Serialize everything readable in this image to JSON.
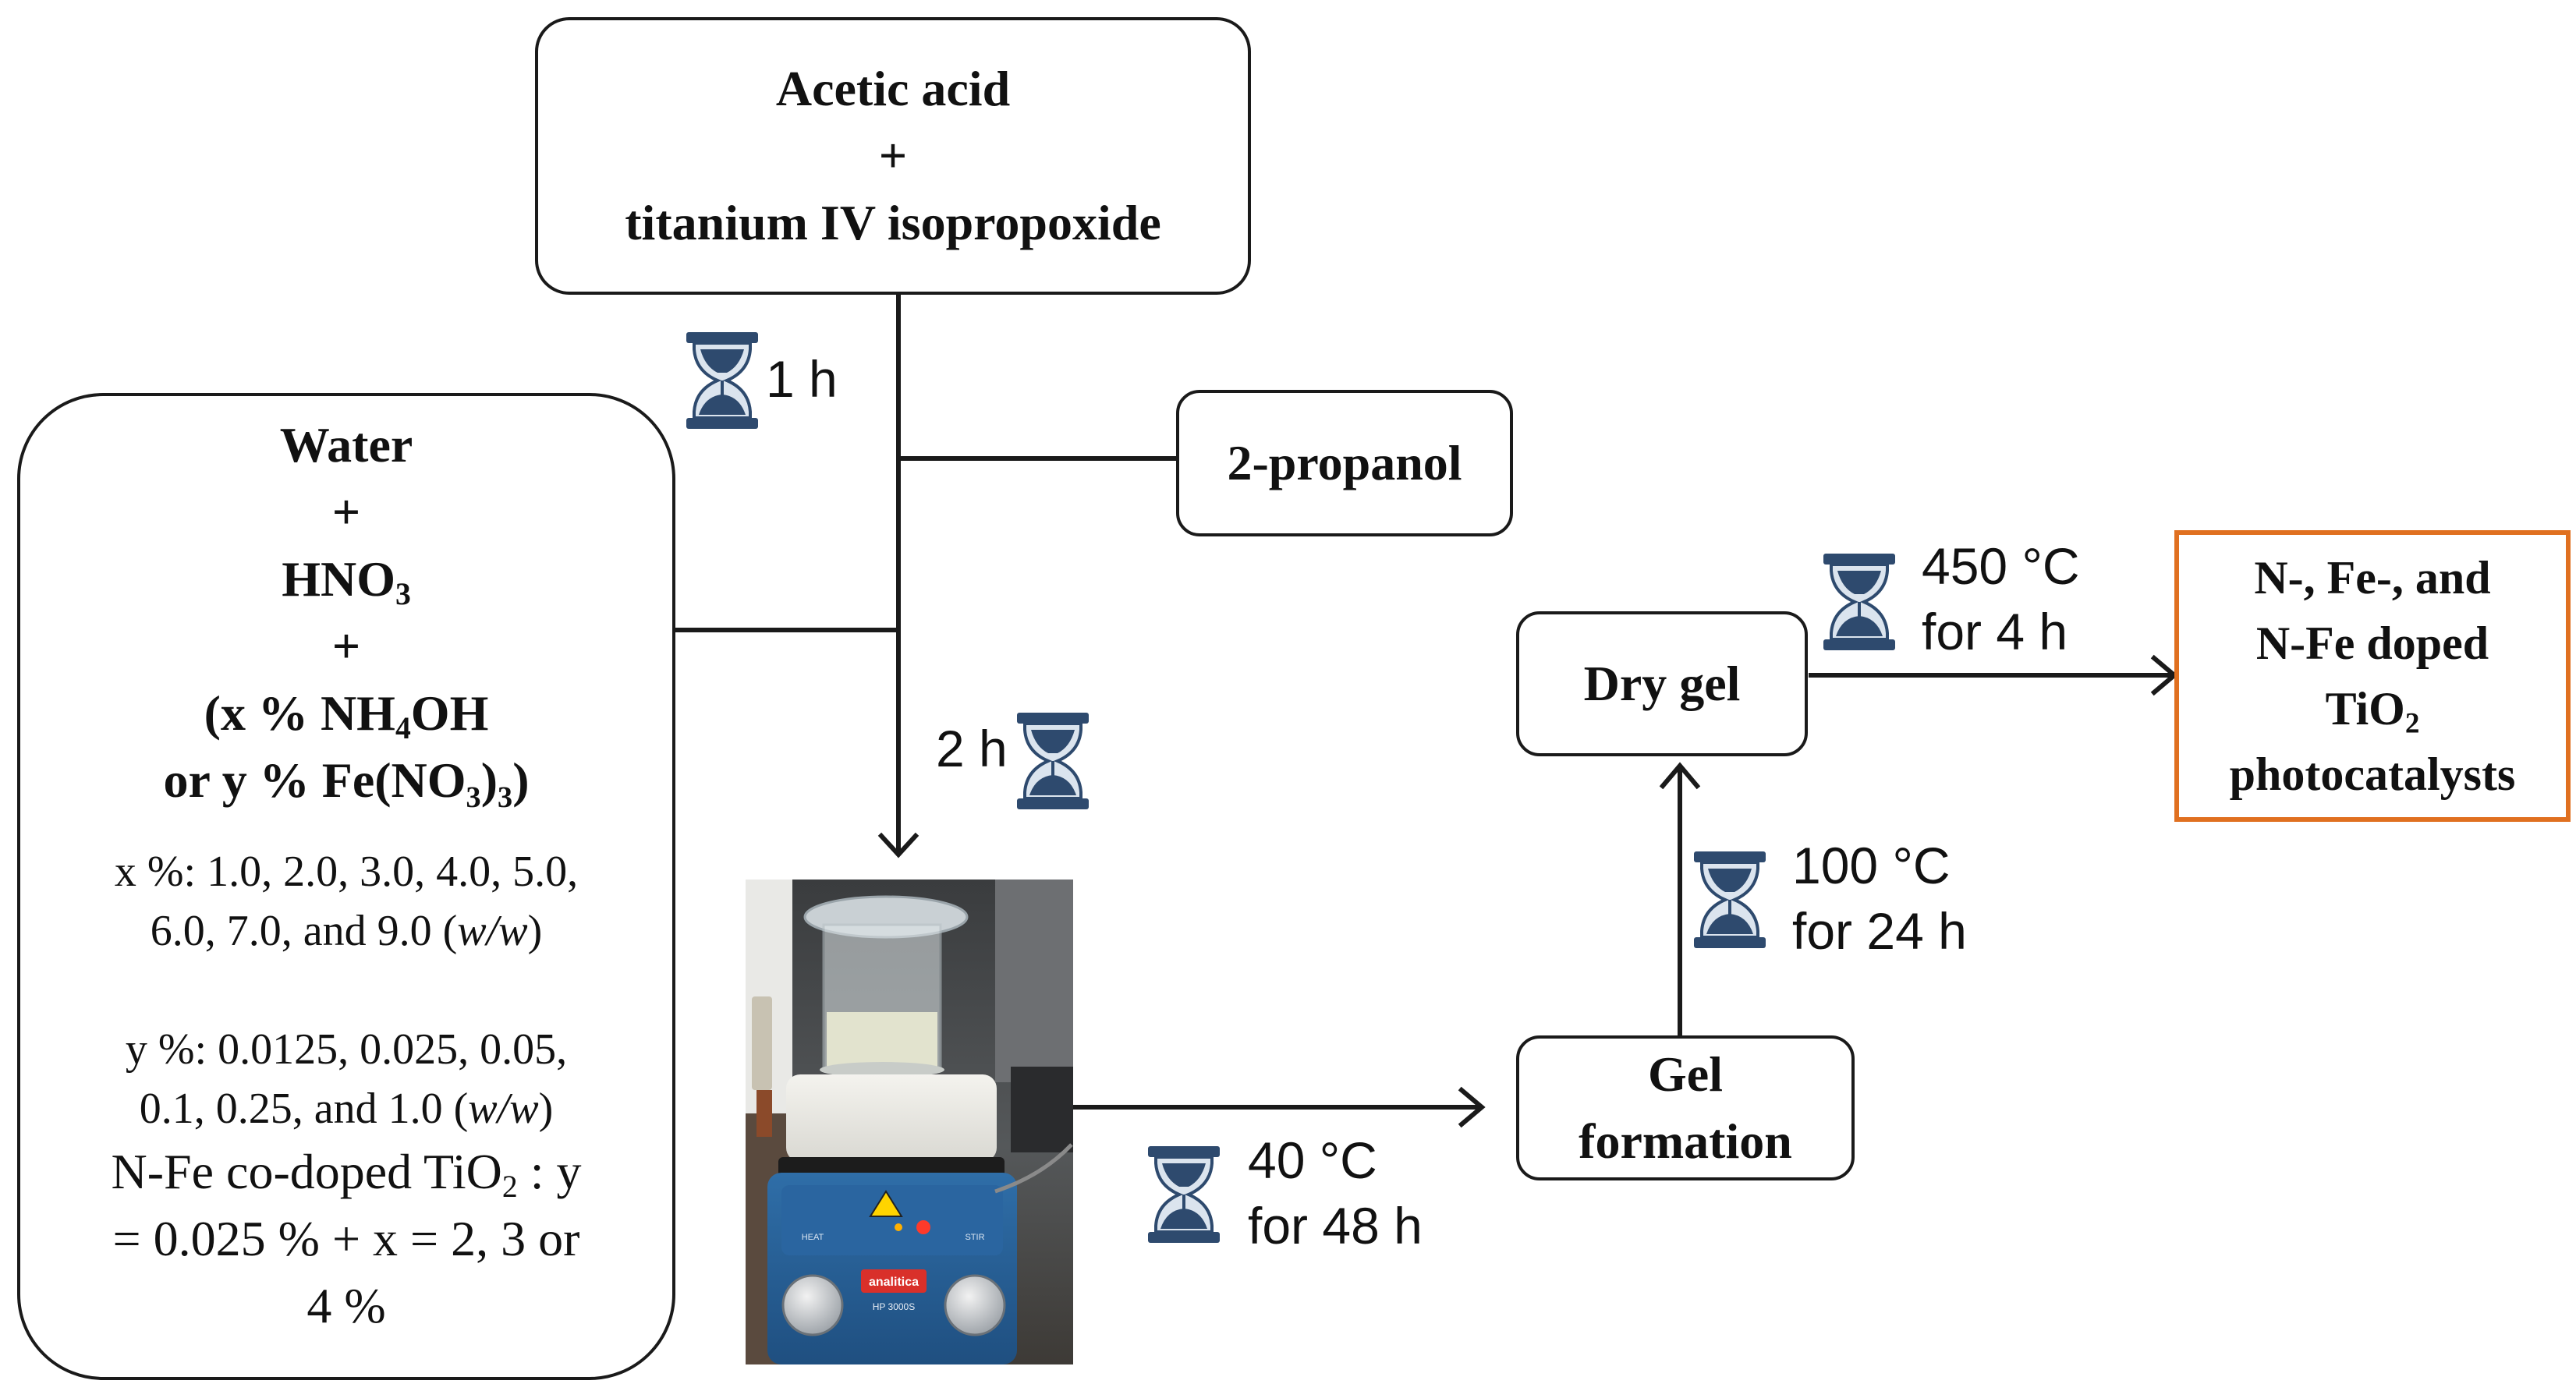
{
  "boxes": {
    "acetic": {
      "line1": "Acetic acid",
      "line2": "+",
      "line3": "titanium IV isopropoxide"
    },
    "propanol": {
      "label": "2-propanol"
    },
    "water": {
      "line1": "Water",
      "plus1": "+",
      "hno_main": "HNO",
      "hno_sub": "3",
      "plus2": "+",
      "nh_a": "(x % NH",
      "nh_sub": "4",
      "nh_b": "OH",
      "fe_line": "or y % Fe(NO₃)₃)",
      "x_line1": "x %: 1.0, 2.0, 3.0, 4.0, 5.0,",
      "x_line2a": "6.0, 7.0, and 9.0 (",
      "x_line2_ww": "w/w",
      "x_line2b": ")",
      "y_line1": "y %: 0.0125, 0.025, 0.05,",
      "y_line2a": "0.1, 0.25, and 1.0 (",
      "y_line2_ww": "w/w",
      "y_line2b": ")",
      "co_a": "N-Fe co-doped TiO",
      "co_sub": "2",
      "co_b": " : y",
      "co_line2": "= 0.025 % + x = 2, 3 or",
      "co_line3": "4 %"
    },
    "gel": {
      "line1": "Gel",
      "line2": "formation"
    },
    "drygel": {
      "label": "Dry gel"
    },
    "product": {
      "line1": "N-, Fe-, and",
      "line2": "N-Fe doped",
      "line3a": "TiO",
      "line3_sub": "2",
      "line4": "photocatalysts"
    }
  },
  "conditions": {
    "t1": "1 h",
    "t2": "2 h",
    "t3_line1": "40 °C",
    "t3_line2": "for 48 h",
    "t4_line1": "100 °C",
    "t4_line2": "for 24 h",
    "t5_line1": "450 °C",
    "t5_line2": "for 4 h"
  },
  "photo": {
    "brand": "analitica",
    "model": "HP 3000S",
    "left_knob": "HEAT",
    "right_knob": "STIR"
  },
  "colors": {
    "line": "#1a1a1a",
    "hourglass": "#2e4a6e",
    "product_border": "#e07020"
  },
  "icons": [
    "hourglass-icon",
    "hotplate-stirrer-photo"
  ]
}
